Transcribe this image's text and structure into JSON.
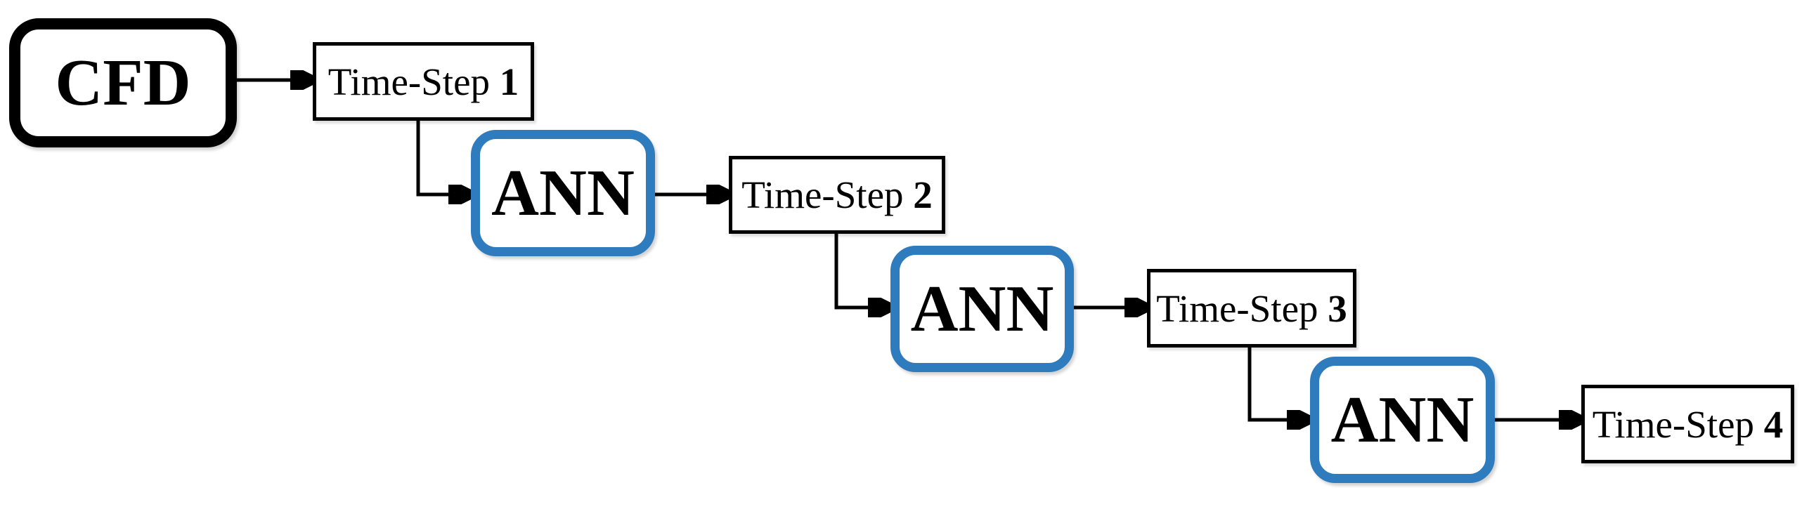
{
  "cfd": {
    "label": "CFD"
  },
  "ann_boxes": [
    {
      "label": "ANN"
    },
    {
      "label": "ANN"
    },
    {
      "label": "ANN"
    }
  ],
  "time_steps": [
    {
      "prefix": "Time-Step",
      "number": "1"
    },
    {
      "prefix": "Time-Step",
      "number": "2"
    },
    {
      "prefix": "Time-Step",
      "number": "3"
    },
    {
      "prefix": "Time-Step",
      "number": "4"
    }
  ],
  "connections": [
    {
      "from": "CFD",
      "to": "Time-Step 1"
    },
    {
      "from": "Time-Step 1",
      "to": "ANN"
    },
    {
      "from": "ANN",
      "to": "Time-Step 2"
    },
    {
      "from": "Time-Step 2",
      "to": "ANN"
    },
    {
      "from": "ANN",
      "to": "Time-Step 3"
    },
    {
      "from": "Time-Step 3",
      "to": "ANN"
    },
    {
      "from": "ANN",
      "to": "Time-Step 4"
    }
  ],
  "colors": {
    "ann_border": "#2e7bbe",
    "cfd_border": "#000000",
    "timestep_border": "#000000",
    "arrow": "#000000",
    "text": "#000000",
    "background": "#ffffff"
  }
}
